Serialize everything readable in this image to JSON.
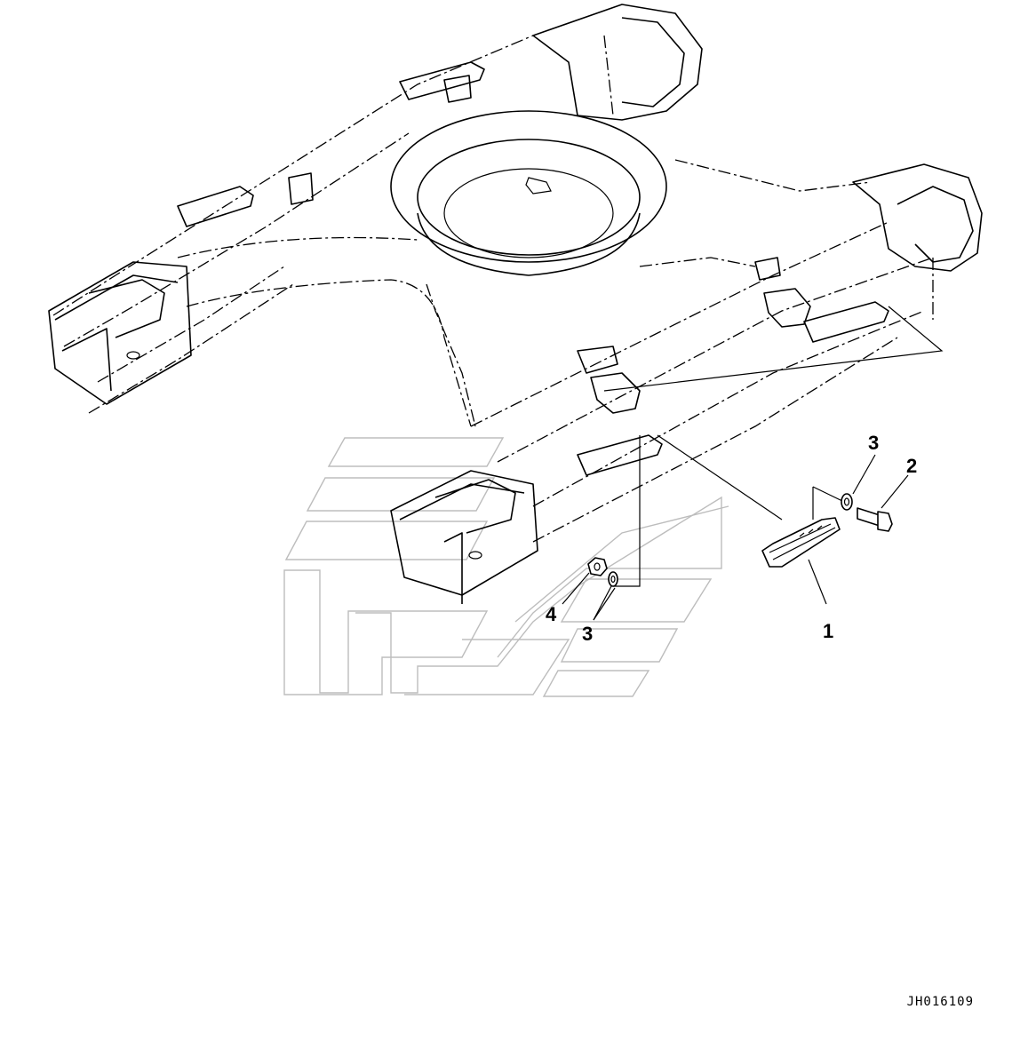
{
  "callouts": {
    "c1": "1",
    "c2": "2",
    "c3_upper": "3",
    "c3_lower": "3",
    "c4": "4"
  },
  "drawing_code": "JH016109",
  "icons": {
    "step": "step-bracket-icon",
    "bolt": "bolt-icon",
    "washer": "washer-icon",
    "nut": "nut-icon"
  }
}
